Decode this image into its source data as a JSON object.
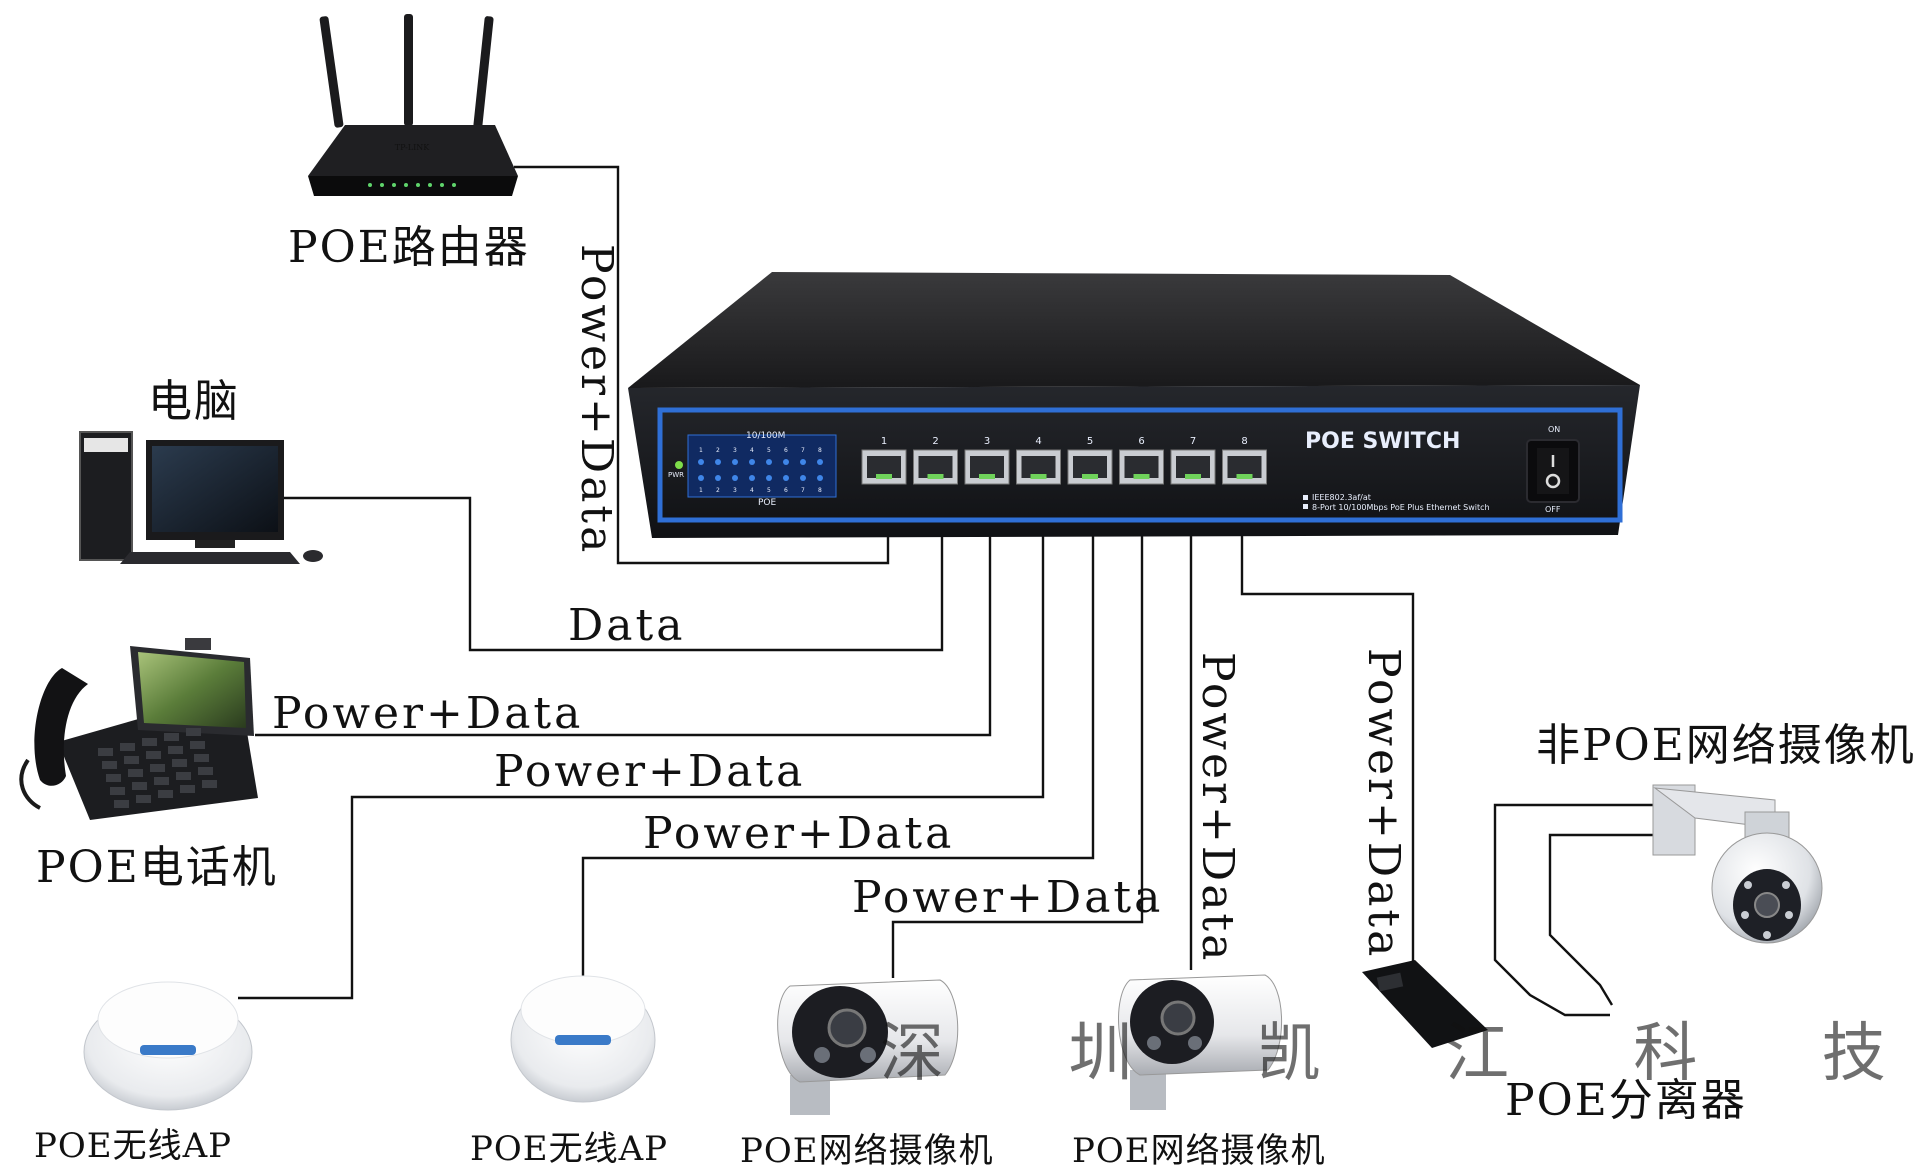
{
  "switch": {
    "brand_label": "POE SWITCH",
    "spec_line1": "IEEE802.3af/at",
    "spec_line2": "8-Port 10/100Mbps PoE Plus Ethernet Switch",
    "led_header": "10/100M",
    "led_footer": "POE",
    "pwr_label": "PWR",
    "power_on": "ON",
    "power_off": "OFF",
    "port_numbers": [
      "1",
      "2",
      "3",
      "4",
      "5",
      "6",
      "7",
      "8"
    ],
    "led_numbers": [
      "1",
      "2",
      "3",
      "4",
      "5",
      "6",
      "7",
      "8"
    ]
  },
  "devices": {
    "router": "POE路由器",
    "router_brand": "TP-LINK",
    "computer": "电脑",
    "phone": "POE电话机",
    "ap1": "POE无线AP",
    "ap2": "POE无线AP",
    "camera1": "POE网络摄像机",
    "camera2": "POE网络摄像机",
    "non_poe_camera": "非POE网络摄像机",
    "splitter": "POE分离器"
  },
  "connections": {
    "router": "Power+Data",
    "computer": "Data",
    "phone": "Power+Data",
    "ap1": "Power+Data",
    "ap2": "Power+Data",
    "camera1": "Power+Data",
    "camera2": "Power+Data",
    "splitter": "Power+Data"
  },
  "watermark": "深 圳 凯 江 科 技"
}
